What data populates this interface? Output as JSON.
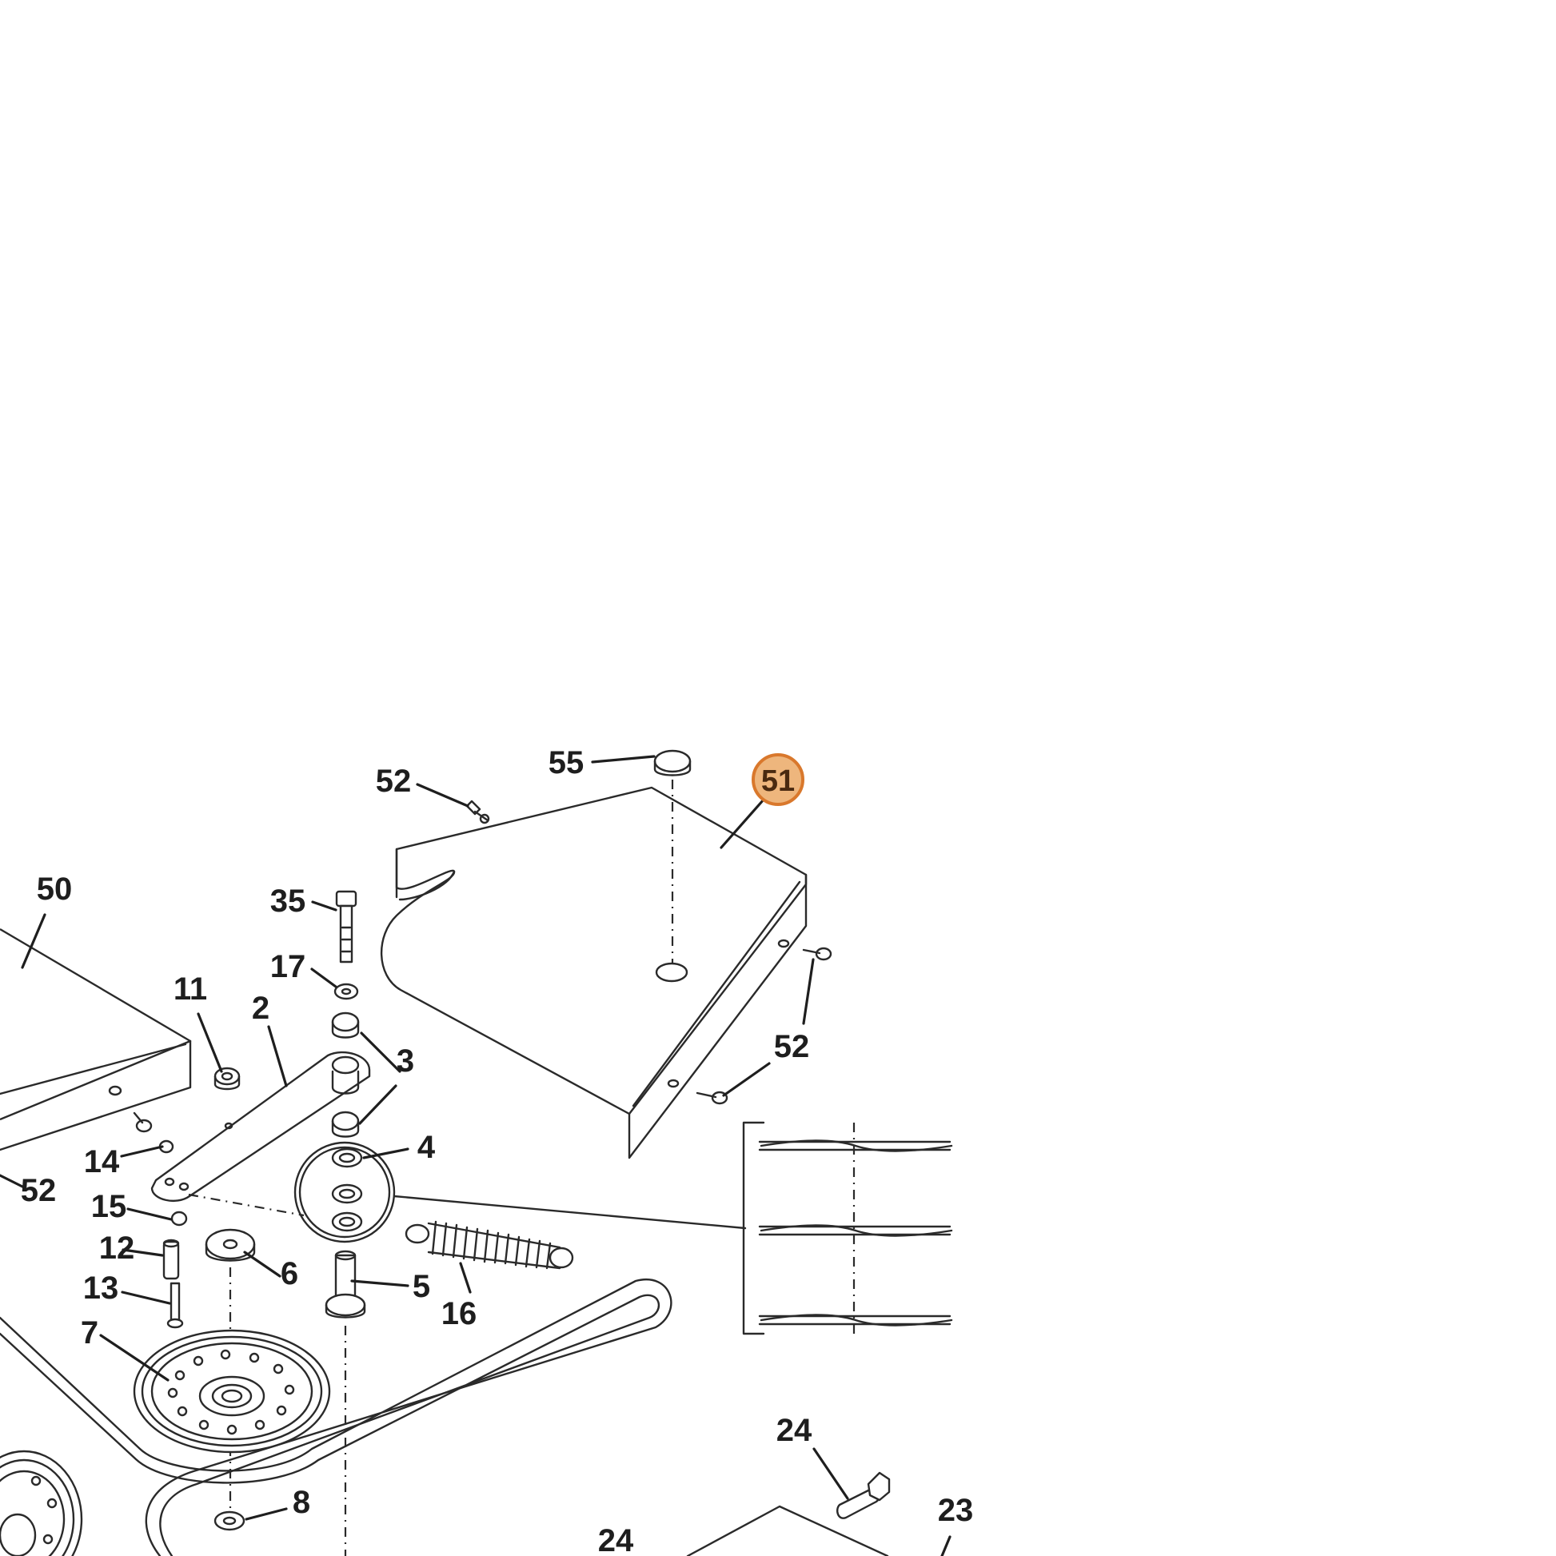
{
  "diagram": {
    "highlighted_part": "51",
    "callouts": [
      {
        "id": "55",
        "label": "55"
      },
      {
        "id": "52a",
        "label": "52"
      },
      {
        "id": "51",
        "label": "51"
      },
      {
        "id": "50",
        "label": "50"
      },
      {
        "id": "35",
        "label": "35"
      },
      {
        "id": "17",
        "label": "17"
      },
      {
        "id": "11",
        "label": "11"
      },
      {
        "id": "2",
        "label": "2"
      },
      {
        "id": "3",
        "label": "3"
      },
      {
        "id": "52b",
        "label": "52"
      },
      {
        "id": "4",
        "label": "4"
      },
      {
        "id": "14",
        "label": "14"
      },
      {
        "id": "52c",
        "label": "52"
      },
      {
        "id": "15",
        "label": "15"
      },
      {
        "id": "12",
        "label": "12"
      },
      {
        "id": "6",
        "label": "6"
      },
      {
        "id": "5",
        "label": "5"
      },
      {
        "id": "16",
        "label": "16"
      },
      {
        "id": "13",
        "label": "13"
      },
      {
        "id": "7",
        "label": "7"
      },
      {
        "id": "24a",
        "label": "24"
      },
      {
        "id": "23",
        "label": "23"
      },
      {
        "id": "8",
        "label": "8"
      },
      {
        "id": "24b",
        "label": "24"
      }
    ],
    "colors": {
      "line": "#2a2a2a",
      "highlight_fill": "#eeb67d",
      "highlight_stroke": "#d9782c"
    }
  }
}
